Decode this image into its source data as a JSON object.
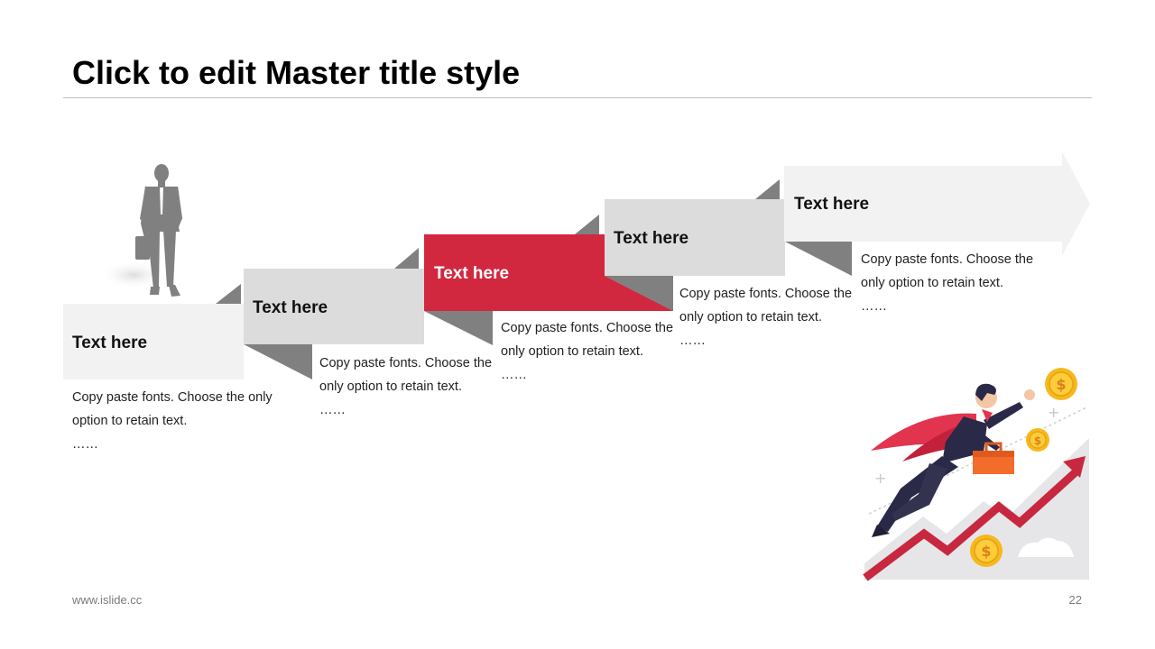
{
  "slide": {
    "title": "Click to edit Master title style",
    "footer_url": "www.islide.cc",
    "page_number": "22"
  },
  "colors": {
    "accent": "#d12840",
    "step_light": "#f2f2f2",
    "step_mid": "#dcdcdc",
    "fold": "#808080",
    "silhouette": "#808080"
  },
  "steps": [
    {
      "title": "Text here",
      "description": "Copy paste fonts. Choose the only option to retain text.",
      "ellipsis": "……",
      "highlighted": false
    },
    {
      "title": "Text here",
      "description": "Copy paste fonts. Choose the only option to retain text.",
      "ellipsis": "……",
      "highlighted": false
    },
    {
      "title": "Text here",
      "description": "Copy paste fonts. Choose the only option to retain text.",
      "ellipsis": "……",
      "highlighted": true
    },
    {
      "title": "Text here",
      "description": "Copy paste fonts. Choose the only option to retain text.",
      "ellipsis": "……",
      "highlighted": false
    },
    {
      "title": "Text here",
      "description": "Copy paste fonts. Choose the only option to retain text.",
      "ellipsis": "……",
      "highlighted": false
    }
  ],
  "illustrations": {
    "left": "businessman-silhouette",
    "right": "flying-businessman-with-growth-arrow-and-coins",
    "coin_symbol": "$"
  }
}
